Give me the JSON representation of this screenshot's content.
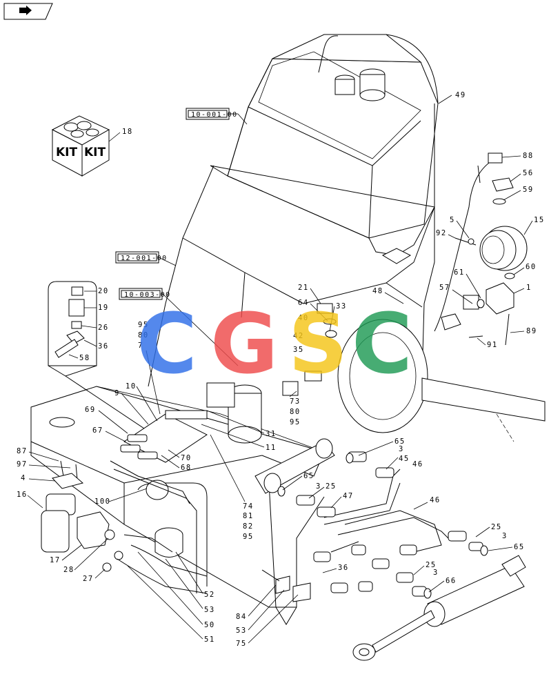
{
  "watermark": {
    "letters": [
      {
        "char": "C",
        "color": "#2f6fe8"
      },
      {
        "char": "G",
        "color": "#ef4b4b"
      },
      {
        "char": "S",
        "color": "#f5c518"
      },
      {
        "char": "C",
        "color": "#1f9a55"
      }
    ]
  },
  "kit": {
    "label_left": "KIT",
    "label_right": "KIT",
    "callout": "18"
  },
  "references": [
    {
      "label": "10-001-00"
    },
    {
      "label": "12-001-00"
    },
    {
      "label": "10-003-00"
    }
  ],
  "callouts": {
    "c49": "49",
    "c88": "88",
    "c56": "56",
    "c59": "59",
    "c15": "15",
    "c5": "5",
    "c92": "92",
    "c60": "60",
    "c61": "61",
    "c57": "57",
    "c1": "1",
    "c91": "91",
    "c89": "89",
    "c48": "48",
    "c21": "21",
    "c64": "64",
    "c33": "33",
    "c40": "40",
    "c42": "42",
    "c35": "35",
    "c73": "73",
    "c80": "80",
    "c95": "95",
    "c20": "20",
    "c19": "19",
    "c26": "26",
    "c36a": "36",
    "c58": "58",
    "c95b": "95",
    "c80b": "80",
    "c7": "7",
    "c10": "10",
    "c9": "9",
    "c69": "69",
    "c67": "67",
    "c31": "31",
    "c11": "11",
    "c70": "70",
    "c68": "68",
    "c87": "87",
    "c97": "97",
    "c4": "4",
    "c16": "16",
    "c100": "100",
    "c74": "74",
    "c81": "81",
    "c82": "82",
    "c95c": "95",
    "c17": "17",
    "c28": "28",
    "c27": "27",
    "c52": "52",
    "c53": "53",
    "c50": "50",
    "c51": "51",
    "c84": "84",
    "c53b": "53",
    "c75": "75",
    "c65a": "65",
    "c3a": "3",
    "c45": "45",
    "c46a": "46",
    "c65b": "65",
    "c3b": "3",
    "c25a": "25",
    "c47": "47",
    "c46b": "46",
    "c25b": "25",
    "c3c": "3",
    "c65c": "65",
    "c36b": "36",
    "c25c": "25",
    "c3d": "3",
    "c66": "66"
  }
}
